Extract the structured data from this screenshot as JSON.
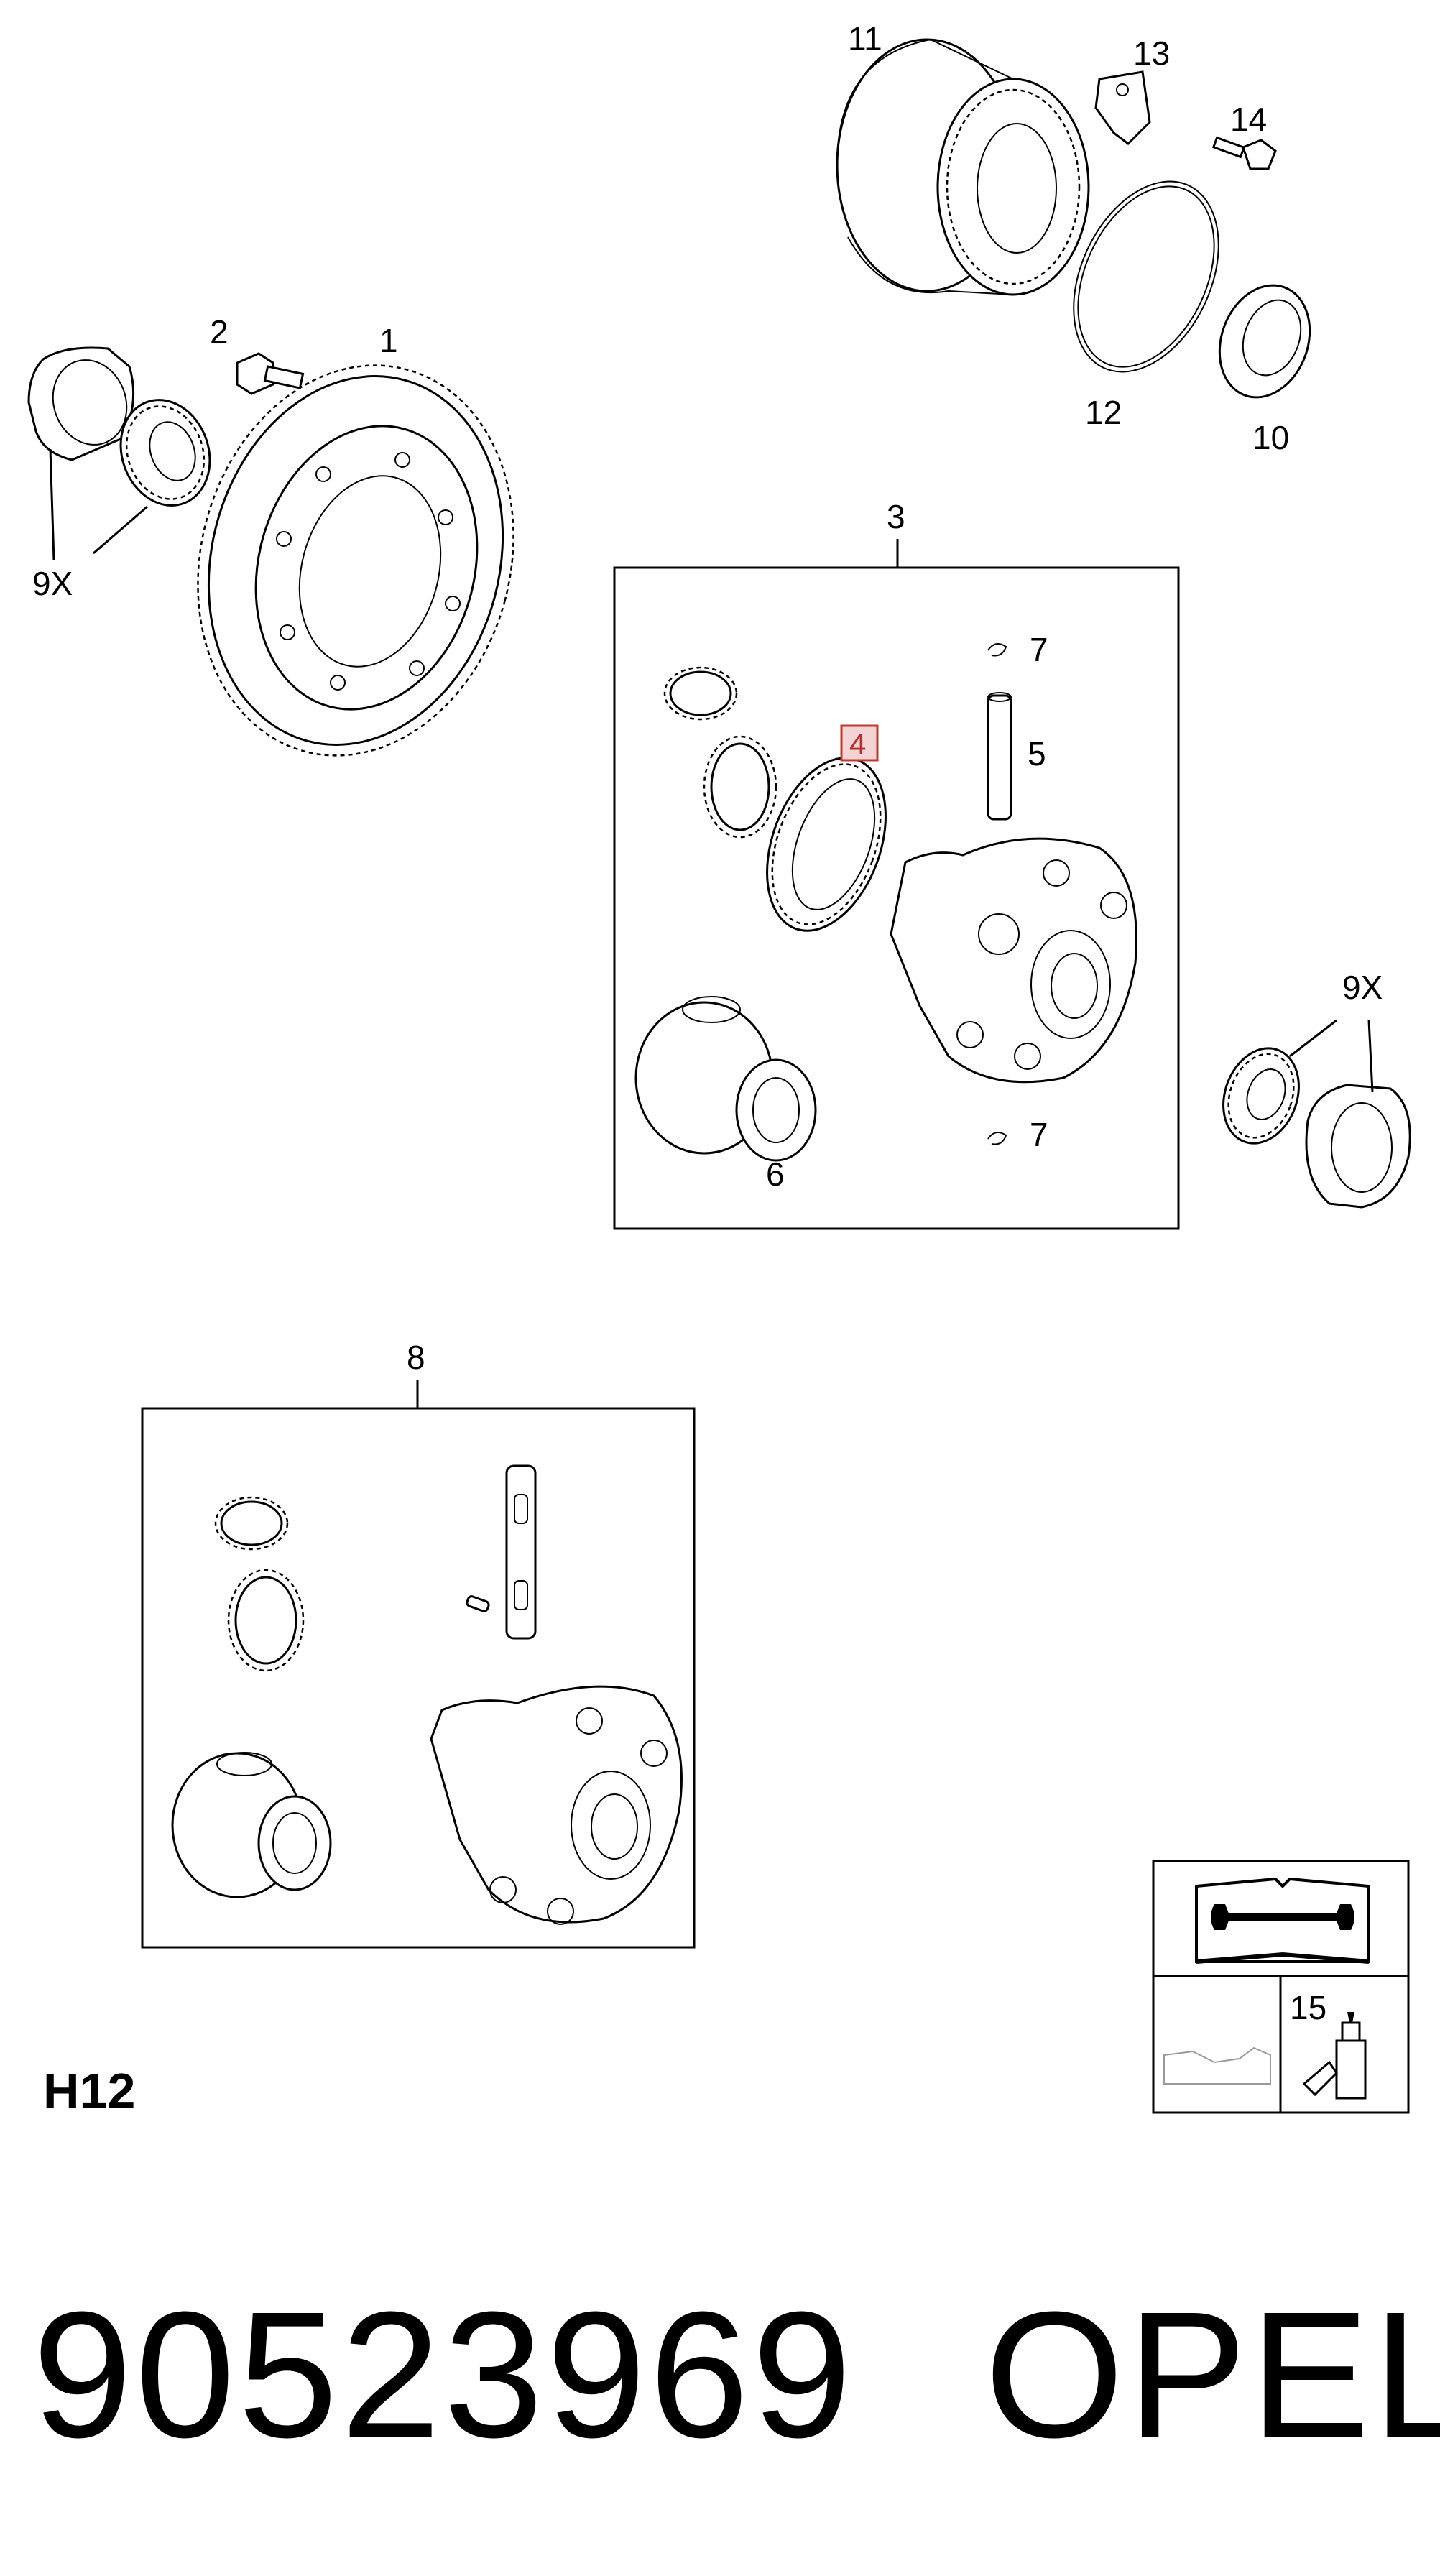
{
  "labels": {
    "l1": "1",
    "l2": "2",
    "l3": "3",
    "l4": "4",
    "l5": "5",
    "l6": "6",
    "l7a": "7",
    "l7b": "7",
    "l8": "8",
    "l9x_left": "9X",
    "l9x_right": "9X",
    "l10": "10",
    "l11": "11",
    "l12": "12",
    "l13": "13",
    "l14": "14",
    "l15": "15"
  },
  "group_code": "H12",
  "part_number": "90523969",
  "brand": "OPEL",
  "highlighted_label": "4",
  "highlight_color": "#c0392b"
}
